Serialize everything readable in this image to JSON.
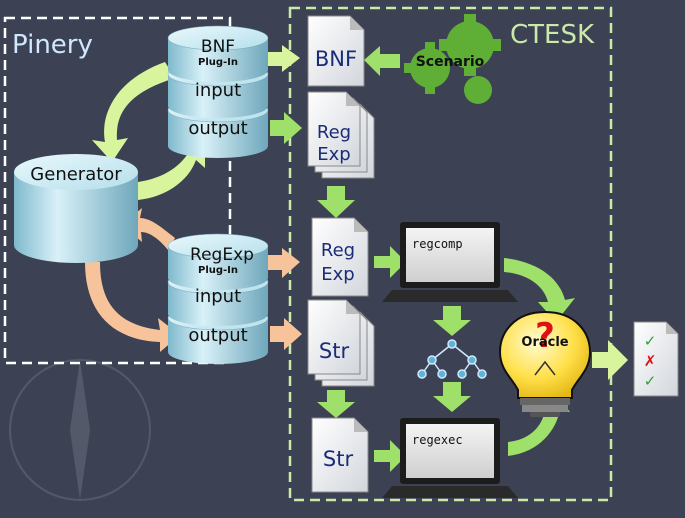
{
  "regions": {
    "pinery": "Pinery",
    "ctesk": "CTESK"
  },
  "generator": "Generator",
  "bnf_plugin": {
    "title": "BNF",
    "subtitle": "Plug-In",
    "input": "input",
    "output": "output"
  },
  "regexp_plugin": {
    "title": "RegExp",
    "subtitle": "Plug-In",
    "input": "input",
    "output": "output"
  },
  "docs": {
    "bnf": "BNF",
    "regexp_gen": [
      "Reg",
      "Exp"
    ],
    "regexp": [
      "Reg",
      "Exp"
    ],
    "str_1": "Str",
    "str_2": "Str"
  },
  "scenario": "Scenario",
  "laptops": {
    "compile": "regcomp",
    "execute": "regexec"
  },
  "oracle": {
    "label": "Oracle",
    "mark": "?"
  },
  "report": {
    "marks": [
      "✓",
      "✗",
      "✓"
    ]
  },
  "colors": {
    "background": "#3c4254",
    "green_arrow": "#9ee06a",
    "pale_green_arrow": "#d8f59e",
    "peach_arrow": "#f7c39a",
    "cylinder": "#a9dbe8",
    "dashed": "#cbe9a8",
    "gear": "#5fae36",
    "oracle": "#ffe04a"
  }
}
